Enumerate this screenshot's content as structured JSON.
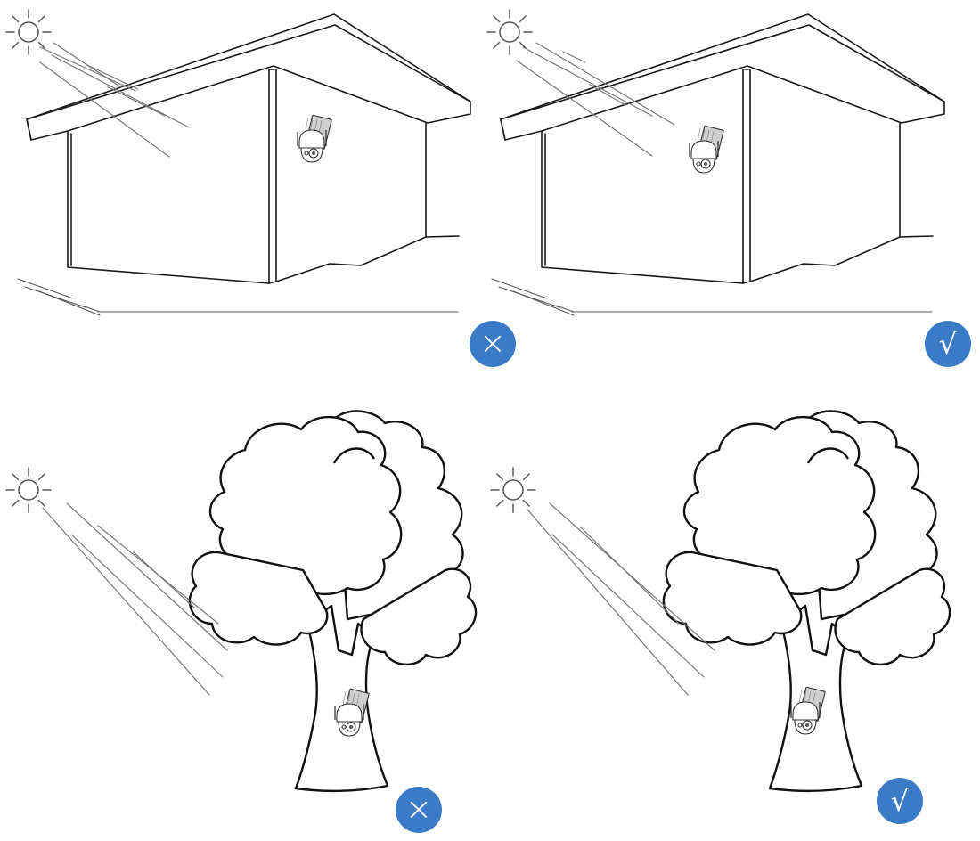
{
  "badges": {
    "wrong_symbol": "×",
    "right_symbol": "√",
    "color": "#3a7bc8"
  },
  "panels": [
    {
      "id": "house-wrong",
      "verdict": "wrong"
    },
    {
      "id": "house-right",
      "verdict": "right"
    },
    {
      "id": "tree-wrong",
      "verdict": "wrong"
    },
    {
      "id": "tree-right",
      "verdict": "right"
    }
  ],
  "icons": {
    "sun": "sun-icon",
    "camera": "solar-camera-icon",
    "house": "house-icon",
    "tree": "tree-icon"
  }
}
